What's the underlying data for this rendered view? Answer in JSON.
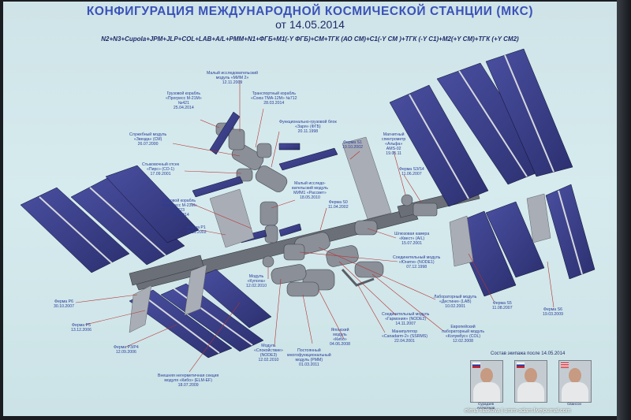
{
  "header": {
    "title": "КОНФИГУРАЦИЯ МЕЖДУНАРОДНОЙ КОСМИЧЕСКОЙ СТАНЦИИ (МКС)",
    "date": "от   14.05.2014",
    "formula": "N2+N3+Cupola+JPM+JLP+COL+LAB+A/L+PMM+N1+ФГБ+M1(-Y ФГБ)+CM+ТГК (АО СМ)+C1(-Y CM )+ТГК (-Y C1)+M2(+Y CM)+ТГК (+Y CM2)"
  },
  "labels": {
    "mim2": "Малый исследовательский\nмодуль «МИМ 2»\n12.11.2009",
    "progress421": "Грузовой корабль\n«Прогресс М-21М»\n№421\n25.04.2014",
    "soyuz712": "Транспортный корабль\n«Союз ТМА-12М» №712\n28.03.2014",
    "fgb": "Функционально-грузовой блок\n«Заря» (ФГБ)\n20.11.1998",
    "zvezda": "Служебный модуль\n«Звезда» (СМ)\n26.07.2000",
    "pirs": "Стыковочный отсек\n«Пирс» (СО-1)\n17.09.2001",
    "progress423": "Грузовой корабль\n«Прогресс М-23М»\n№423\n10.04.2014",
    "p1": "Ферма P1\n28.11.2002",
    "mim1": "Малый исследо-\nвательский модуль\nМИМ1 «Рассвет»\n18.05.2010",
    "s0": "Ферма S0\n11.04.2002",
    "s1": "Ферма S1\n10.10.2002",
    "ams": "Магнитный\nспектрометр\n«Альфа»\nAMS-02\n19.05.11",
    "s3s4": "Ферма S3/S4\n11.06.2007",
    "quest": "Шлюзовая камера\n«Квест» (A/L)\n15.07.2001",
    "unity": "Соединительный модуль\n«Юнити» (NODE1)\n07.12.1998",
    "cupola": "Модуль\n«Купола»\n12.02.2010",
    "destiny": "Лабораторный модуль\n«Дестини» (LAB)\n10.02.2001",
    "s5": "Ферма S5\n11.08.2007",
    "s6": "Ферма S6\n19.03.2009",
    "p6": "Ферма P6\n30.10.2007",
    "p5": "Ферма P5\n13.12.2006",
    "p3p4": "Ферма P3/P4\n12.09.2006",
    "harmony": "Соединительный модуль\n«Гармония» (NODE2)\n14.11.2007",
    "canadarm": "Манипулятор\n«Canadarm-2» (SSRMS)\n22.04.2001",
    "columbus": "Европейский\nлабораторный модуль\n«Колумбус» (COL)\n12.02.2008",
    "kibo": "Японский\nмодуль\n«Кибо»\n04.06.2008",
    "tranquility": "Модуль\n«Спокойствие»\n(NODE3)\n12.02.2010",
    "pmm": "Постоянный\nмногофункциональный\nмодуль (PMM)\n01.03.2011",
    "elmef": "Внешняя негерметичная секция\nмодуля «Кибо» (ELM-EF)\n18.07.2009"
  },
  "crew": {
    "title": "Состав экипажа после 14.05.2014",
    "members": [
      "Сурадзев\nАлександр",
      "",
      "Свансон"
    ]
  },
  "credit": "elena filatkova | umm-adam.livejournal.com",
  "colors": {
    "panel": "#3a3f8e",
    "text": "#2a3d9a",
    "title": "#3a52b8"
  }
}
